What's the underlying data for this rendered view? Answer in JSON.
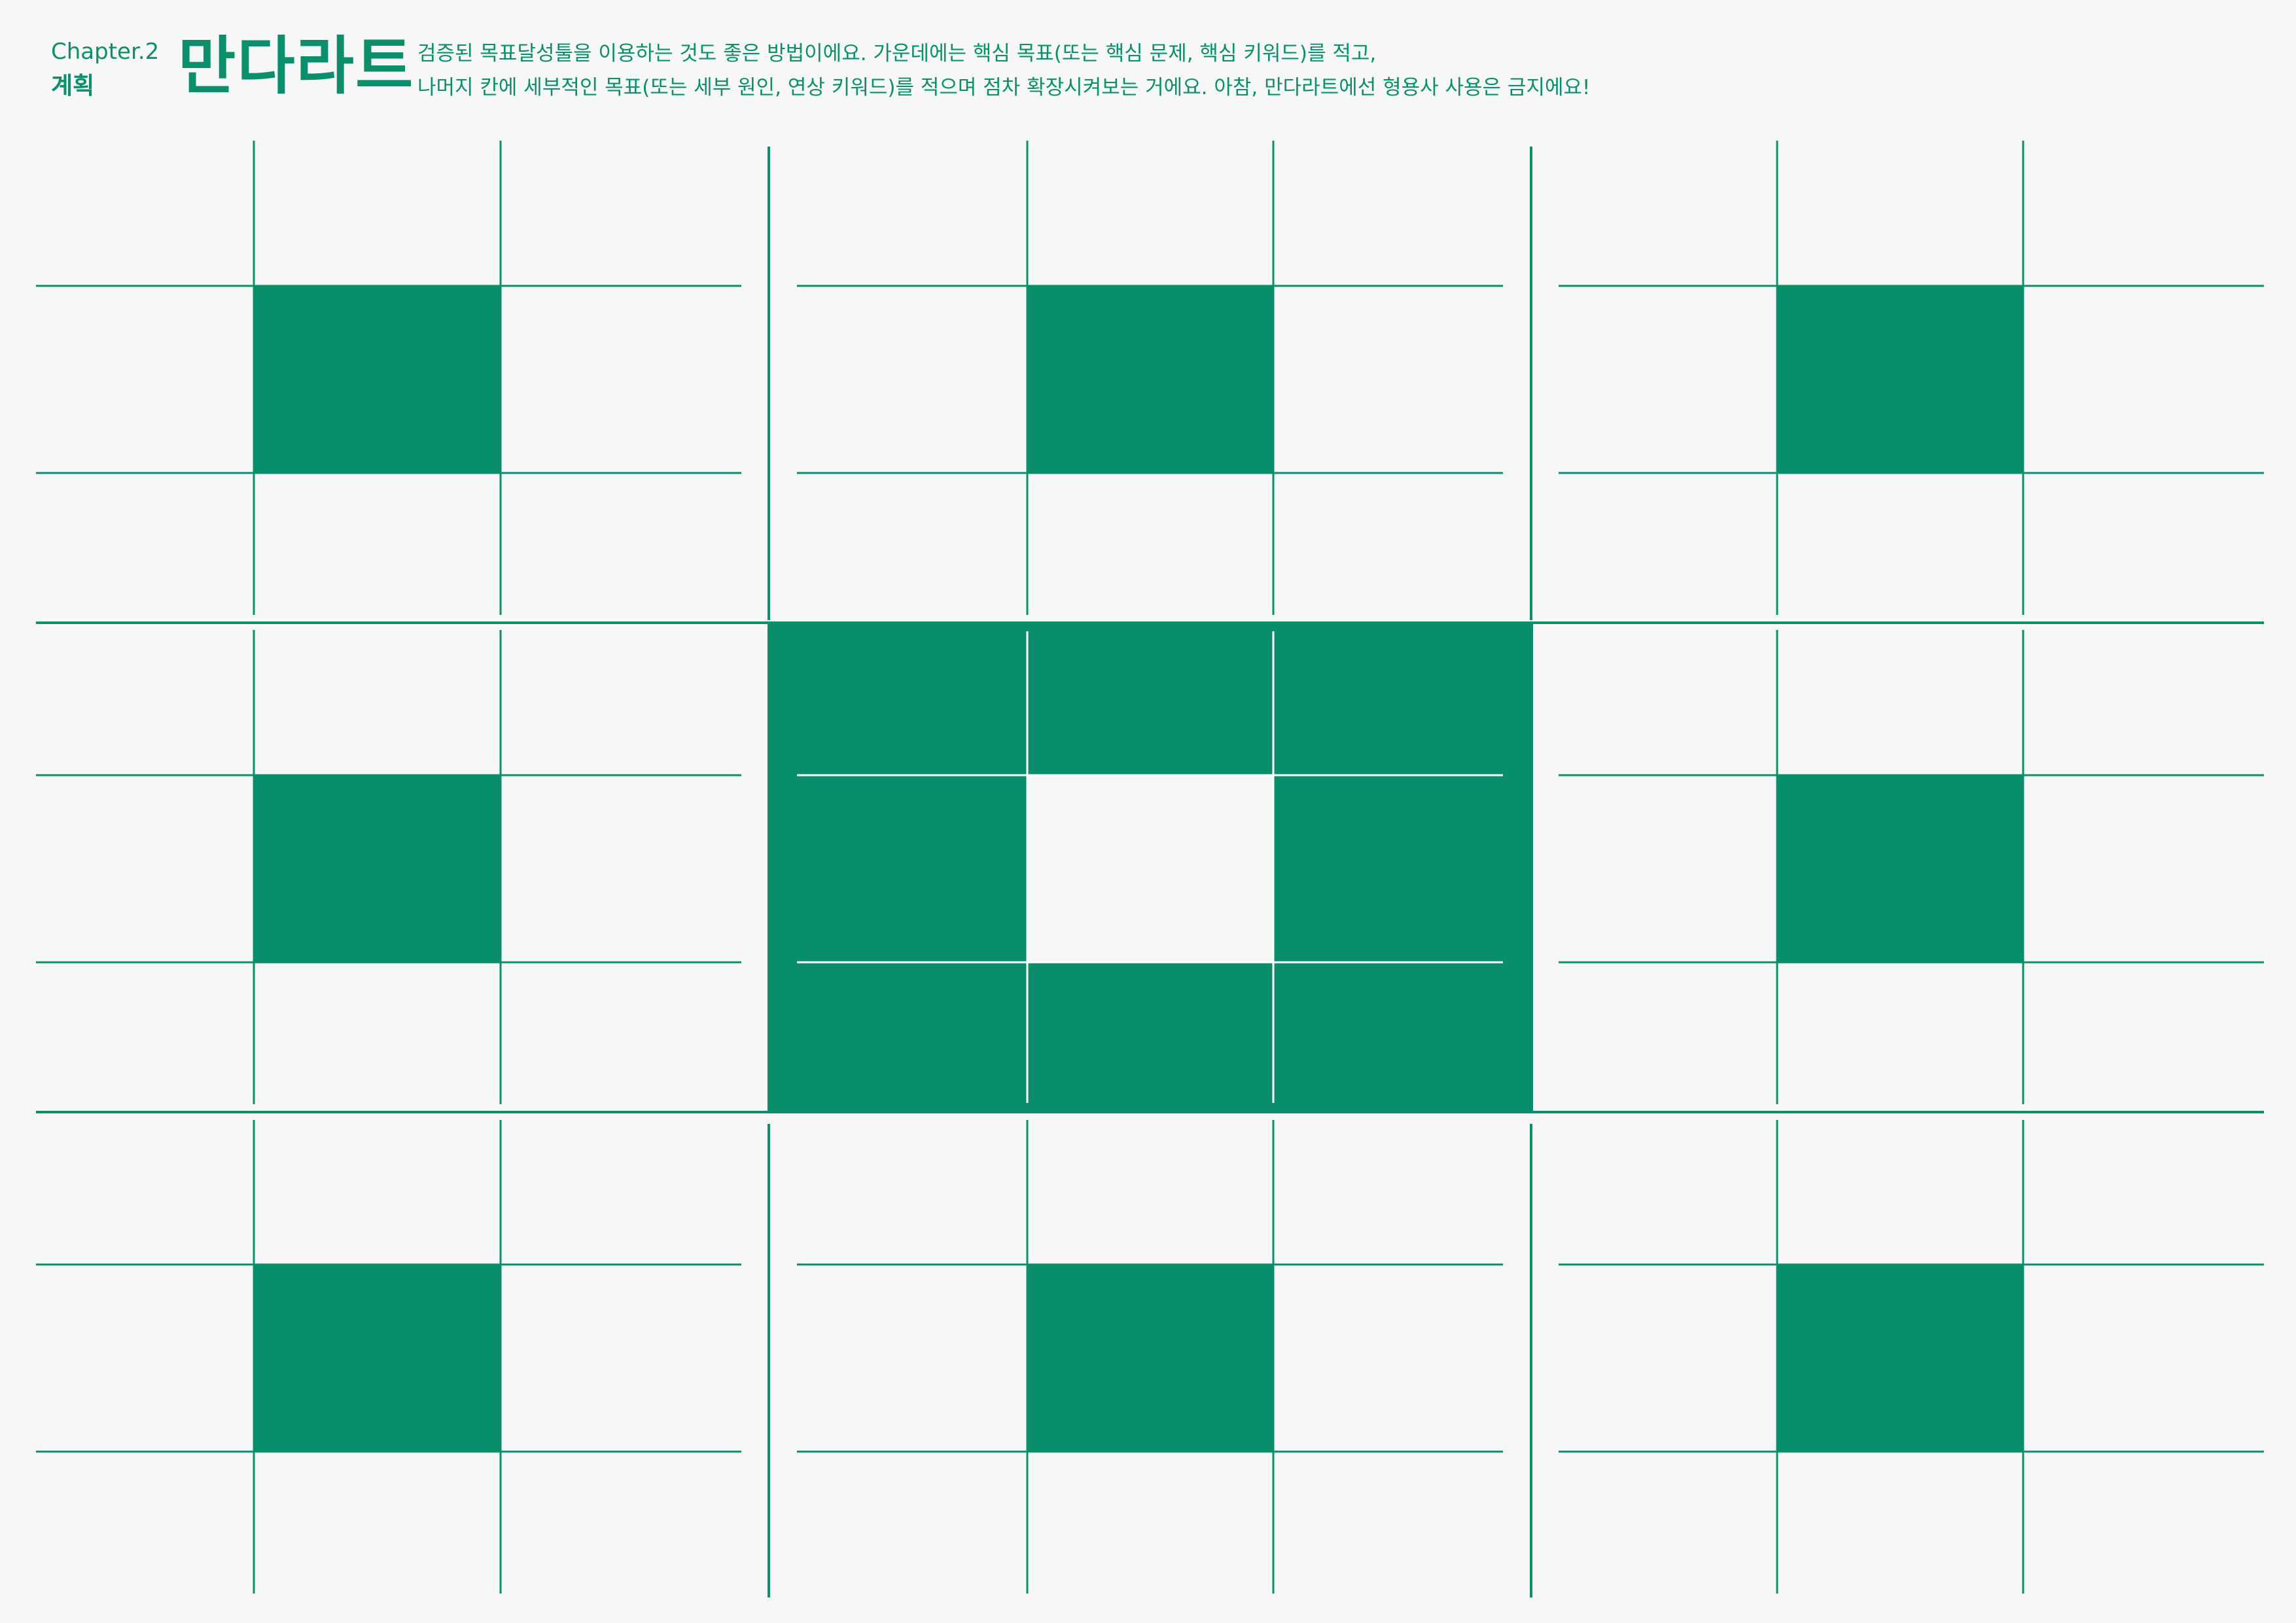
{
  "header": {
    "chapter": "Chapter.2",
    "chapter_sub": "계획",
    "title": "만다라트",
    "description_line1": "검증된 목표달성툴을 이용하는 것도 좋은 방법이에요. 가운데에는 핵심 목표(또는 핵심 문제, 핵심 키워드)를 적고,",
    "description_line2": "나머지 칸에 세부적인 목표(또는 세부 원인, 연상  키워드)를 적으며 점차 확장시켜보는 거에요. 아참, 만다라트에선 형용사 사용은 금지에요!"
  },
  "colors": {
    "accent": "#0a8f6a",
    "background": "#f7f7f7",
    "cell_highlight": "#088e6a"
  },
  "grid": {
    "blocks_per_side": 3,
    "cells_per_block_side": 3,
    "center_block": {
      "row": 1,
      "col": 1,
      "filled": true,
      "inner_center_cell": "empty"
    },
    "outer_blocks": {
      "center_cell": "filled"
    }
  }
}
